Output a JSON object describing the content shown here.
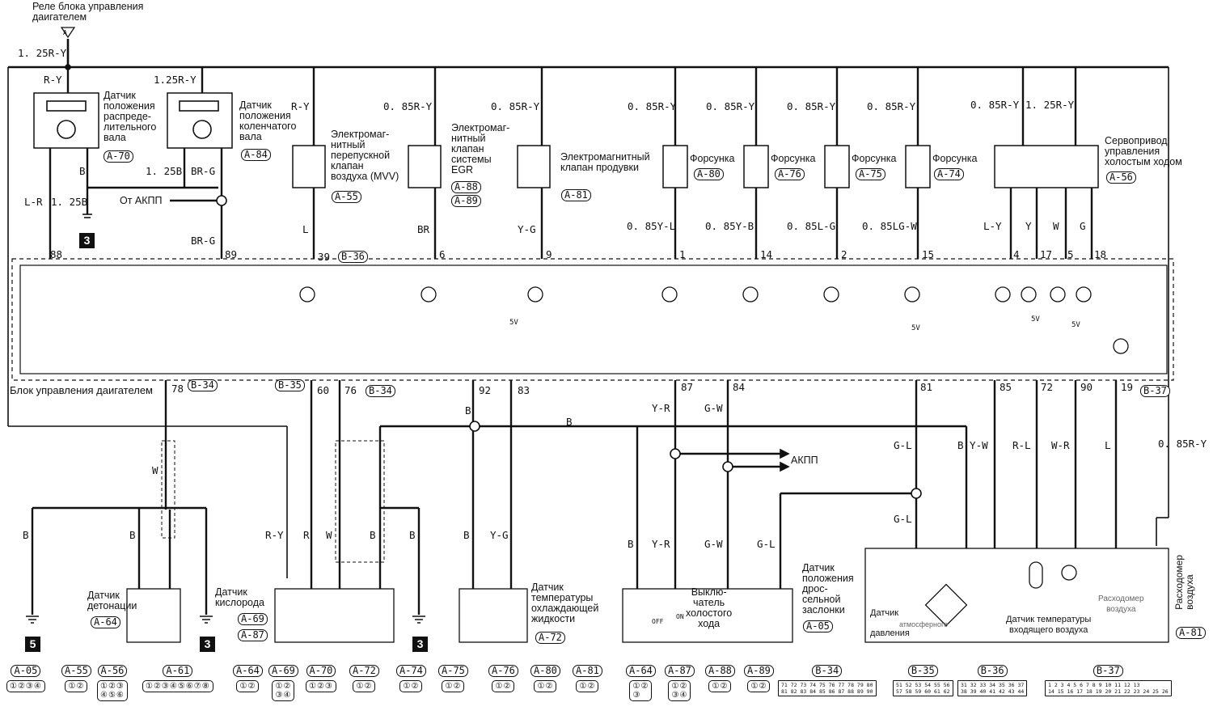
{
  "relay": {
    "title": "Реле блока управления\nдаигателем",
    "letter": "A",
    "wire": "1. 25R-Y"
  },
  "ecu": {
    "title": "Блок управления даигателем"
  },
  "labels": {
    "cam": "Датчик\nположения\nраспреде-\nлительного\nвала",
    "crank": "Датчик\nположения\nколенчатого\nвала",
    "mvv": "Электромаг-\nнитный\nперепускной\nклапан\nвоздуха (MVV)",
    "egr": "Электромаг-\nнитный\nклапан\nсистемы\nEGR",
    "purge": "Электромагнитный\nклапан продувки",
    "inj": "Форсунка",
    "idle": "Сервопривод\nуправления\nхолостым ходом",
    "from_akpp": "От АКПП",
    "akpp": "АКПП",
    "knock": "Датчик\nдетонации",
    "o2": "Датчик\nкислорода",
    "coolant": "Датчик\nтемпературы\nохлаждающей\nжидкости",
    "idle_sw": "Выклю-\nчатель\nхолостого\nхода",
    "tps": "Датчик\nположения\nдрос-\nсельной\nзаслонки",
    "baro": "Датчик",
    "baro2": "атмосферного",
    "baro3": "давления",
    "iat": "Датчик температуры\nвходящего воздуха",
    "maf": "Расходомер\nвоздуха",
    "maf_v": "Расходомер\nвоздуха",
    "off": "OFF",
    "on": "ON",
    "v5": "5V"
  },
  "wires_top": {
    "ry": "R-Y",
    "ry125": "1.25R-Y",
    "ry_a": "R-Y",
    "r85": "0. 85R-Y",
    "r85b": "0. 85R-Y",
    "i1": "0. 85R-Y",
    "i2": "0. 85R-Y",
    "i3": "0. 85R-Y",
    "i4": "0. 85R-Y",
    "s1": "0. 85R-Y",
    "s2": "1. 25R-Y",
    "lr": "L-R",
    "b125": "1. 25B",
    "b125b": "1. 25B",
    "b": "B",
    "brg": "BR-G",
    "brg2": "BR-G",
    "l": "L",
    "br": "BR",
    "yg": "Y-G",
    "yl": "0. 85Y-L",
    "yb": "0. 85Y-B",
    "lg": "0. 85L-G",
    "lgw": "0. 85LG-W",
    "ly": "L-Y",
    "y": "Y",
    "w": "W",
    "g": "G"
  },
  "wires_bot": {
    "w": "W",
    "b1": "B",
    "b2": "B",
    "ry": "R-Y",
    "r": "R",
    "w2": "W",
    "b3": "B",
    "b4": "B",
    "bb": "B",
    "bbtop": "B",
    "yg": "Y-G",
    "bcool": "B",
    "yr": "Y-R",
    "gw": "G-W",
    "b8": "B",
    "yr2": "Y-R",
    "gw2": "G-W",
    "gl2": "G-L",
    "gl": "G-L",
    "gl3": "G-L",
    "byw": "B Y-W",
    "rl": "R-L",
    "wr": "W-R",
    "l": "L",
    "r85": "0. 85R-Y"
  },
  "pins_top": [
    "88",
    "89",
    "39",
    "6",
    "9",
    "1",
    "14",
    "2",
    "15",
    "4",
    "17",
    "5",
    "18"
  ],
  "pins_bot": [
    "78",
    "60",
    "76",
    "92",
    "83",
    "87",
    "84",
    "81",
    "85",
    "72",
    "90",
    "19"
  ],
  "refs": {
    "a70": "A-70",
    "a84": "A-84",
    "a55": "A-55",
    "a88": "A-88",
    "a89": "A-89",
    "a81": "A-81",
    "a80": "A-80",
    "a76": "A-76",
    "a75": "A-75",
    "a74": "A-74",
    "a56": "A-56",
    "b36": "B-36",
    "b34": "B-34",
    "b35": "B-35",
    "b34b": "B-34",
    "b37": "B-37",
    "a64": "A-64",
    "a69": "A-69",
    "a87": "A-87",
    "a72": "A-72",
    "a05": "A-05",
    "a81b": "A-81"
  },
  "grounds": {
    "g3a": "3",
    "g5": "5",
    "g3b": "3",
    "g3c": "3"
  },
  "connectors": [
    {
      "ref": "A-05",
      "body": "①②③④"
    },
    {
      "ref": "A-55",
      "body": "①②"
    },
    {
      "ref": "A-56",
      "body": "①②③\n④⑤⑥"
    },
    {
      "ref": "A-61",
      "body": "①②③④⑤⑥⑦⑧"
    },
    {
      "ref": "A-64",
      "body": "①②"
    },
    {
      "ref": "A-69",
      "body": "①②\n③④"
    },
    {
      "ref": "A-70",
      "body": "①②③"
    },
    {
      "ref": "A-72",
      "body": "①②"
    },
    {
      "ref": "A-74",
      "body": "①②"
    },
    {
      "ref": "A-75",
      "body": "①②"
    },
    {
      "ref": "A-76",
      "body": "①②"
    },
    {
      "ref": "A-80",
      "body": "①②"
    },
    {
      "ref": "A-81",
      "body": "①②"
    },
    {
      "ref": "A-64",
      "body": "①②\n③"
    },
    {
      "ref": "A-87",
      "body": "①②\n③④"
    },
    {
      "ref": "A-88",
      "body": "①②"
    },
    {
      "ref": "A-89",
      "body": "①②"
    },
    {
      "ref": "B-34",
      "body": "71 72 73 74 75 76 77 78 79 80\n81 82 83 84 85 86 87 88 89 90"
    },
    {
      "ref": "B-35",
      "body": "51 52 53 54 55 56\n57 58 59 60 61 62"
    },
    {
      "ref": "B-36",
      "body": "31 32 33 34 35 36 37\n38 39 40 41 42 43 44"
    },
    {
      "ref": "B-37",
      "body": "1 2 3 4 5 6 7 8 9 10 11 12 13\n14 15 16 17 18 19 20 21 22 23 24 25 26"
    }
  ]
}
